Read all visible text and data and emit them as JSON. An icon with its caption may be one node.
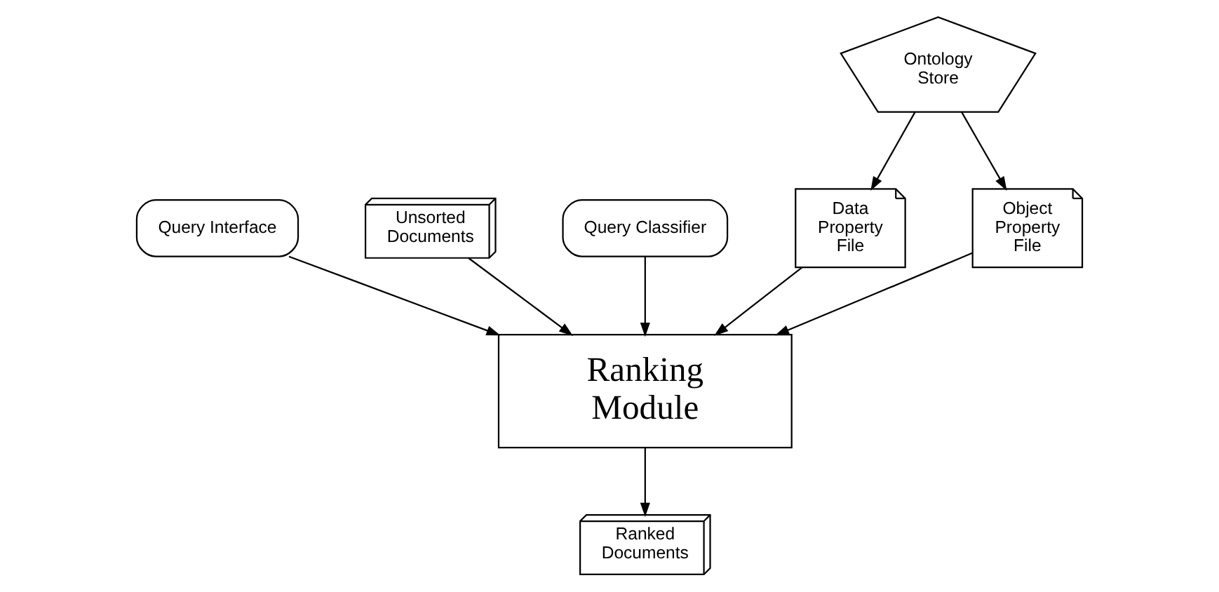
{
  "diagram": {
    "nodes": [
      {
        "text": [
          "Query Interface"
        ]
      },
      {
        "text": [
          "Unsorted Documents"
        ]
      },
      {
        "text": [
          "Query Classifier"
        ]
      },
      {
        "text": [
          "Ontology Store"
        ]
      },
      {
        "text": [
          "Data Property File"
        ]
      },
      {
        "text": [
          "Object Property File"
        ]
      },
      {
        "text": [
          "Ranking Module"
        ]
      },
      {
        "text": [
          "Ranked Documents"
        ]
      }
    ],
    "edges": [
      {
        "from": 0,
        "to": 6,
        "arrow": "to"
      },
      {
        "from": 1,
        "to": 6,
        "arrow": "to"
      },
      {
        "from": 2,
        "to": 6,
        "arrow": "to"
      },
      {
        "from": 3,
        "to": 4,
        "arrow": "to"
      },
      {
        "from": 3,
        "to": 5,
        "arrow": "to"
      },
      {
        "from": 4,
        "to": 6,
        "arrow": "to"
      },
      {
        "from": 5,
        "to": 6,
        "arrow": "to"
      },
      {
        "from": 6,
        "to": 7,
        "arrow": "to"
      }
    ]
  }
}
